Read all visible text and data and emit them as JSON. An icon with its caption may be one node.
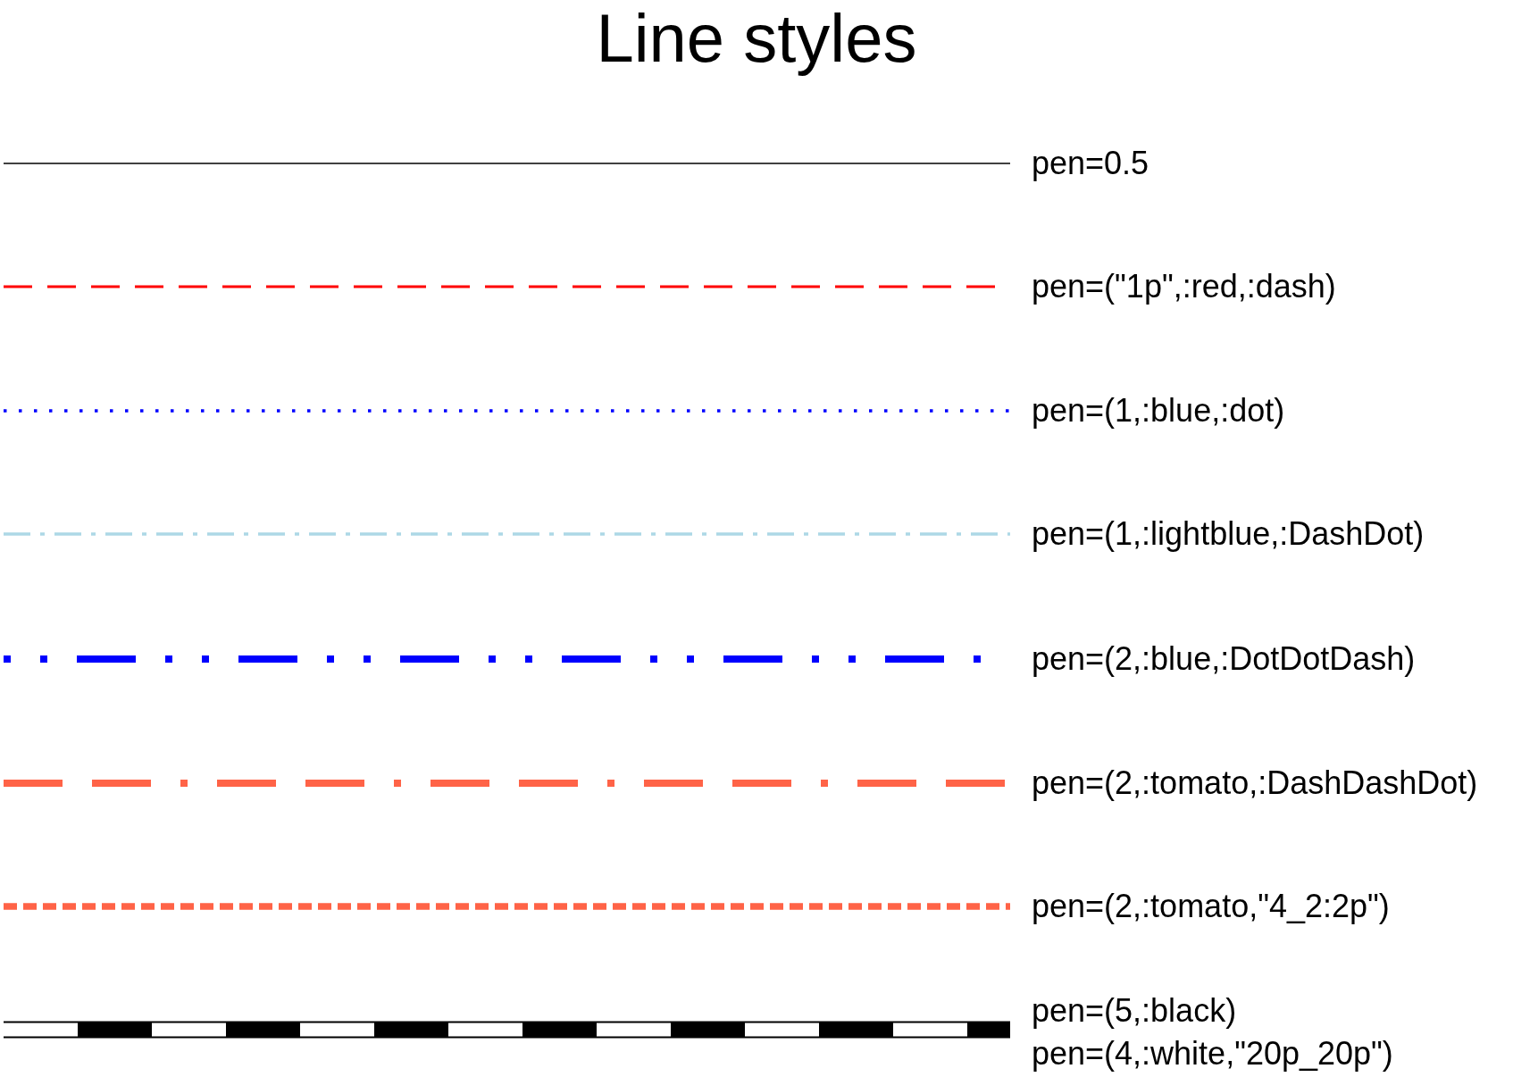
{
  "diagram": {
    "title": "Line styles",
    "legend": [
      {
        "text": "pen=0.5"
      },
      {
        "text": "pen=(\"1p\",:red,:dash)"
      },
      {
        "text": "pen=(1,:blue,:dot)"
      },
      {
        "text": "pen=(1,:lightblue,:DashDot)"
      },
      {
        "text": "pen=(2,:blue,:DotDotDash)"
      },
      {
        "text": "pen=(2,:tomato,:DashDashDot)"
      },
      {
        "text": "pen=(2,:tomato,\"4_2:2p\")"
      },
      {
        "text": "pen=(5,:black)"
      },
      {
        "text": "pen=(4,:white,\"20p_20p\")"
      }
    ]
  }
}
